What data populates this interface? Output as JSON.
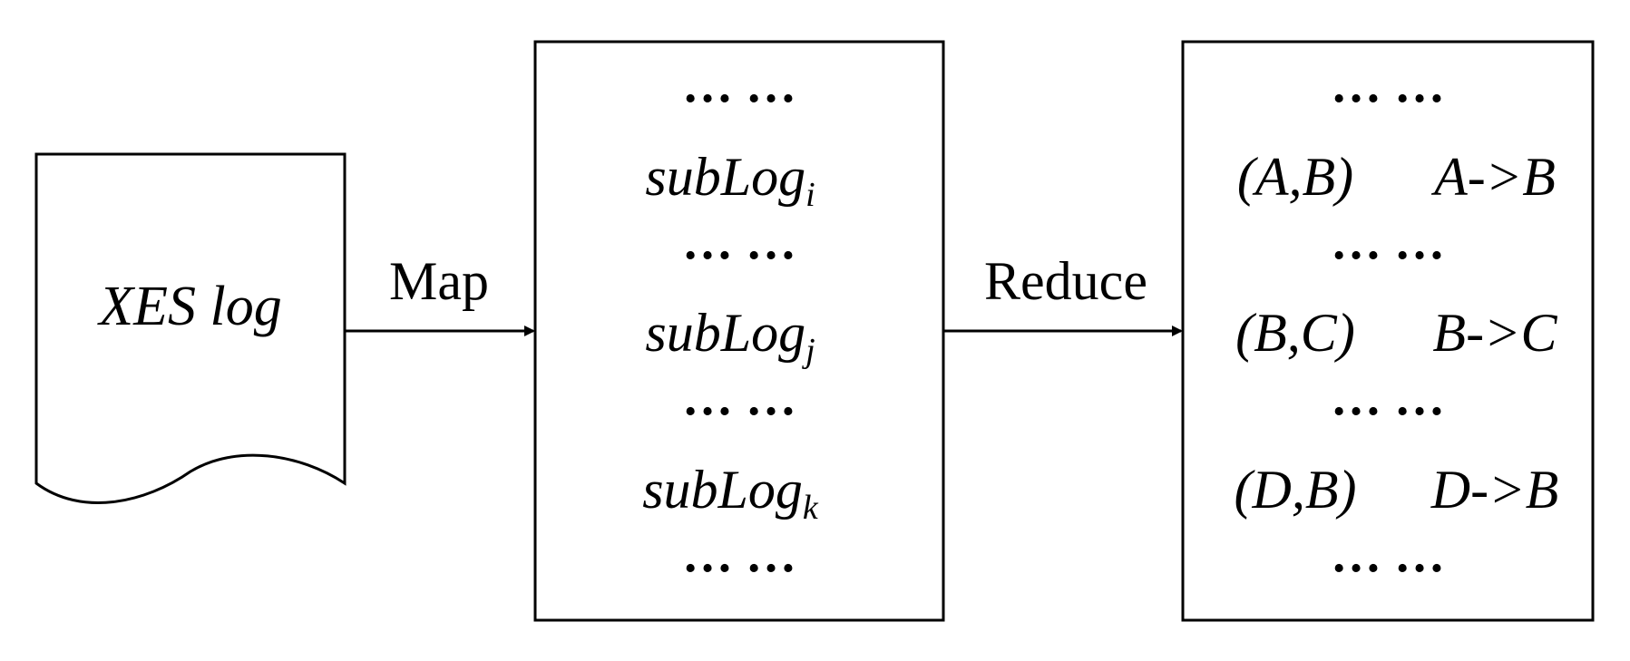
{
  "document": {
    "label": "XES log"
  },
  "arrows": {
    "map_label": "Map",
    "reduce_label": "Reduce"
  },
  "sublogs": {
    "ellipsis": "… …",
    "items": [
      {
        "base": "subLog",
        "sub": "i"
      },
      {
        "base": "subLog",
        "sub": "j"
      },
      {
        "base": "subLog",
        "sub": "k"
      }
    ]
  },
  "relations": {
    "ellipsis": "… …",
    "rows": [
      {
        "pair": "(A,B)",
        "relation": "A->B"
      },
      {
        "pair": "(B,C)",
        "relation": "B->C"
      },
      {
        "pair": "(D,B)",
        "relation": "D->B"
      }
    ]
  },
  "colors": {
    "stroke": "#000000",
    "background": "#ffffff",
    "text": "#000000"
  }
}
